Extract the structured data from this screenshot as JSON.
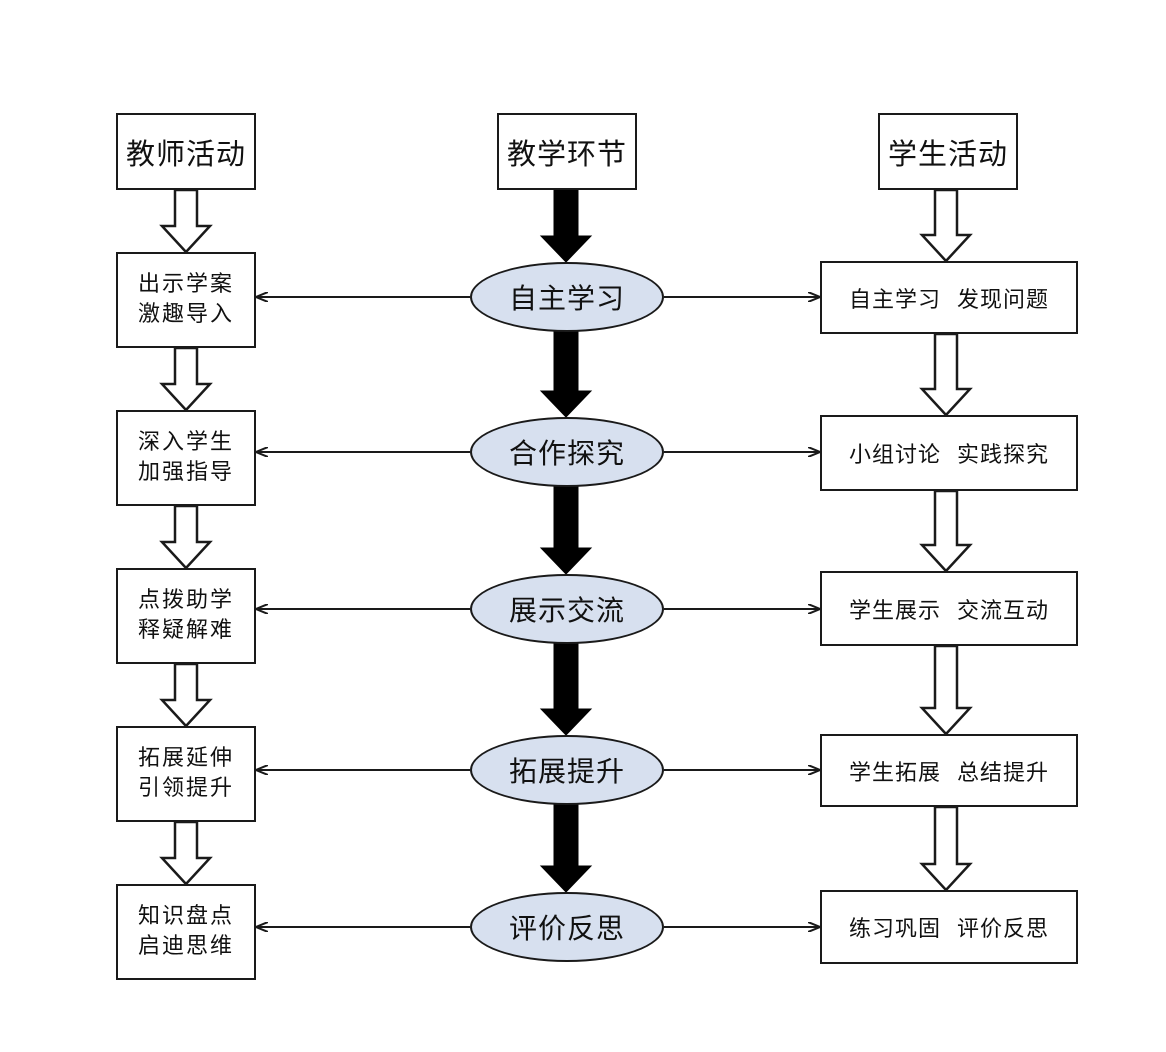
{
  "headers": {
    "teacher": "教师活动",
    "stage": "教学环节",
    "student": "学生活动"
  },
  "rows": [
    {
      "teacher": [
        "出示学案",
        "激趣导入"
      ],
      "stage": "自主学习",
      "student": "自主学习  发现问题"
    },
    {
      "teacher": [
        "深入学生",
        "加强指导"
      ],
      "stage": "合作探究",
      "student": "小组讨论  实践探究"
    },
    {
      "teacher": [
        "点拨助学",
        "释疑解难"
      ],
      "stage": "展示交流",
      "student": "学生展示  交流互动"
    },
    {
      "teacher": [
        "拓展延伸",
        "引领提升"
      ],
      "stage": "拓展提升",
      "student": "学生拓展  总结提升"
    },
    {
      "teacher": [
        "知识盘点",
        "启迪思维"
      ],
      "stage": "评价反思",
      "student": "练习巩固  评价反思"
    }
  ],
  "colors": {
    "stage_fill": "#d7e0ef",
    "stroke": "#1a1a1a"
  }
}
